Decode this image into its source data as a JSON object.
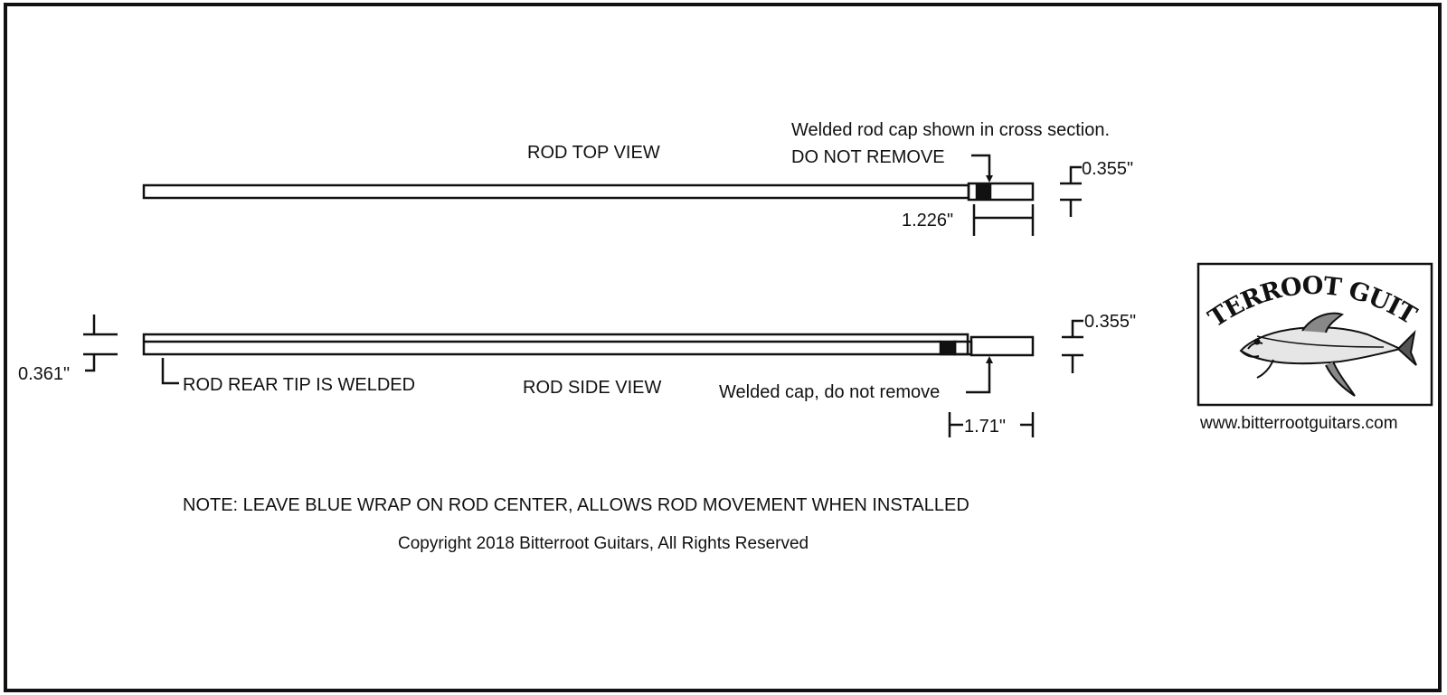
{
  "top_view": {
    "title": "ROD TOP VIEW",
    "cap_note_line1": "Welded rod cap shown in cross section.",
    "cap_note_line2": "DO NOT REMOVE",
    "cap_length": "1.226\"",
    "thickness": "0.355\""
  },
  "side_view": {
    "title": "ROD SIDE VIEW",
    "rear_tip_note": "ROD REAR TIP IS WELDED",
    "cap_note": "Welded cap, do not remove",
    "cap_length": "1.71\"",
    "rear_thickness": "0.361\"",
    "front_thickness": "0.355\""
  },
  "note": "NOTE: LEAVE BLUE WRAP ON ROD CENTER, ALLOWS ROD MOVEMENT WHEN INSTALLED",
  "copyright": "Copyright 2018 Bitterroot Guitars, All Rights Reserved",
  "logo": {
    "brand": "BITTERROOT GUITARS",
    "image": "fish-logo",
    "url": "www.bitterrootguitars.com"
  },
  "colors": {
    "line": "#111111",
    "background": "#ffffff"
  }
}
